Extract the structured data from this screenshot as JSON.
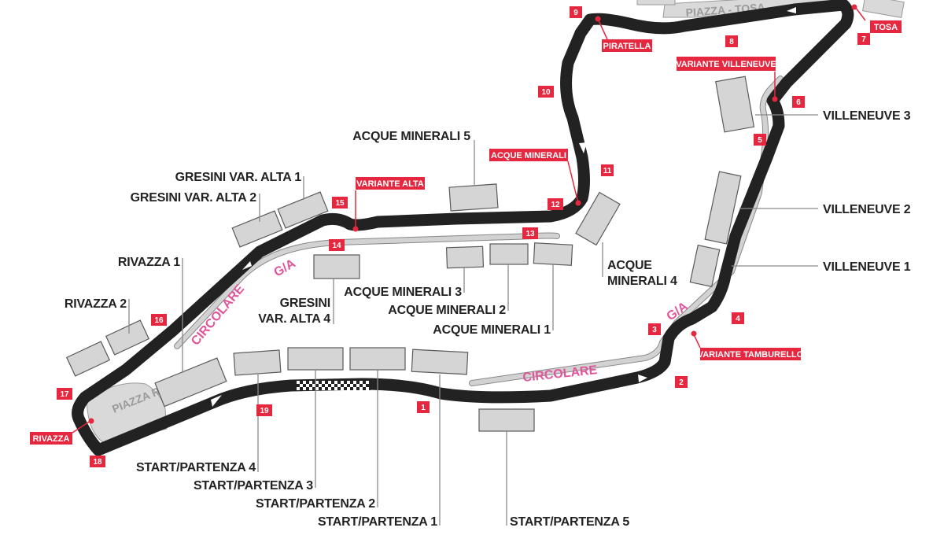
{
  "map": {
    "colors": {
      "track": "#222222",
      "service_road": "#c9c9c9",
      "marker_red": "#e5283f",
      "marker_text": "#ffffff",
      "stand_fill": "#d5d5d5",
      "pink_text": "#e0559a"
    },
    "paddocks": {
      "rivazza": "PIAZZA RIVAZZA",
      "tosa": "PIAZZA - TOSA"
    },
    "service_road_labels": {
      "circolare_left": "CIRCOLARE",
      "ga_left": "G/A",
      "circolare_bottom": "CIRCOLARE",
      "ga_right": "G/A"
    },
    "turn_numbers": [
      "1",
      "2",
      "3",
      "4",
      "5",
      "6",
      "7",
      "8",
      "9",
      "10",
      "11",
      "12",
      "13",
      "14",
      "15",
      "16",
      "17",
      "18",
      "19"
    ],
    "corner_callouts": {
      "tosa": "TOSA",
      "piratella": "PIRATELLA",
      "variante_villeneuve": "VARIANTE VILLENEUVE",
      "acque_minerali": "ACQUE MINERALI",
      "variante_alta": "VARIANTE ALTA",
      "variante_tamburello": "VARIANTE TAMBURELLO",
      "rivazza": "RIVAZZA"
    },
    "grandstands": {
      "villeneuve_3": "VILLENEUVE 3",
      "villeneuve_2": "VILLENEUVE 2",
      "villeneuve_1": "VILLENEUVE 1",
      "acque_minerali_5": "ACQUE MINERALI 5",
      "acque_minerali_4_line1": "ACQUE",
      "acque_minerali_4_line2": "MINERALI 4",
      "acque_minerali_3": "ACQUE MINERALI 3",
      "acque_minerali_2": "ACQUE MINERALI 2",
      "acque_minerali_1": "ACQUE MINERALI 1",
      "gresini_var_alta_1": "GRESINI VAR. ALTA 1",
      "gresini_var_alta_2": "GRESINI VAR. ALTA 2",
      "gresini_var_alta_4_line1": "GRESINI",
      "gresini_var_alta_4_line2": "VAR. ALTA 4",
      "rivazza_1": "RIVAZZA 1",
      "rivazza_2": "RIVAZZA 2",
      "start_partenza_4": "START/PARTENZA 4",
      "start_partenza_3": "START/PARTENZA 3",
      "start_partenza_2": "START/PARTENZA 2",
      "start_partenza_1": "START/PARTENZA 1",
      "start_partenza_5": "START/PARTENZA 5"
    }
  }
}
